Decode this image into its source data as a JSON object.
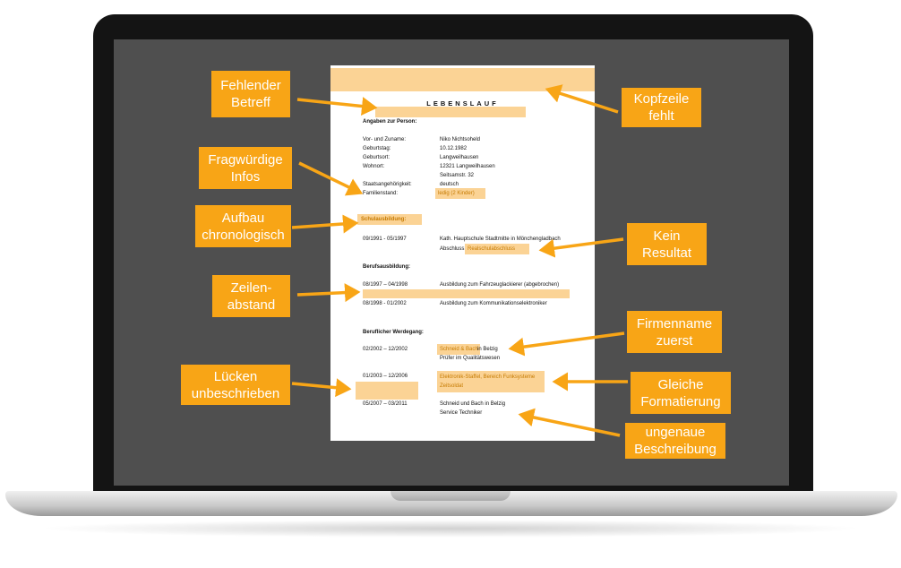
{
  "document": {
    "title": "LEBENSLAUF",
    "section_person": "Angaben zur Person:",
    "fields": [
      {
        "label": "Vor- und Zuname:",
        "value": "Niko Nichtsoheld"
      },
      {
        "label": "Geburtstag:",
        "value": "10.12.1982"
      },
      {
        "label": "Geburtsort:",
        "value": "Langweilhausen"
      },
      {
        "label": "Wohnort:",
        "value": "12321 Langweilhausen"
      },
      {
        "label": "",
        "value": "Seitsamstr. 32"
      },
      {
        "label": "Staatsangehörigkeit:",
        "value": "deutsch"
      },
      {
        "label": "Familienstand:",
        "value": "ledig (2 Kinder)"
      }
    ],
    "section_school": "Schulausbildung:",
    "school": {
      "period": "09/1991 - 05/1997",
      "text": "Kath. Hauptschule Stadtmitte in Mönchengladbach",
      "result_label": "Abschluss:",
      "result_value": "Realschulabschluss"
    },
    "section_training": "Berufsausbildung:",
    "training": [
      {
        "period": "08/1997 – 04/1998",
        "text": "Ausbildung zum Fahrzeuglackierer (abgebrochen)"
      },
      {
        "period": "08/1998 - 01/2002",
        "text": "Ausbildung zum Kommunikationselektroniker"
      }
    ],
    "section_career": "Beruflicher Werdegang:",
    "career": [
      {
        "period": "02/2002 – 12/2002",
        "company": "Schneid & Bach",
        "place": " in Belzig",
        "role": "Prüfer im Qualitätswesen"
      },
      {
        "period": "01/2003 – 12/2006",
        "company": "Elektronik-Staffel, Bereich Funksysteme",
        "role": "Zeitsoldat"
      },
      {
        "period": "05/2007 – 03/2011",
        "company": "Schneid und Bach in Belzig",
        "role": "Service Techniker"
      }
    ]
  },
  "annotations": {
    "fehlender_betreff": "Fehlender\nBetreff",
    "kopfzeile": "Kopfzeile\nfehlt",
    "fragwuerdige_infos": "Fragwürdige\nInfos",
    "aufbau": "Aufbau\nchronologisch",
    "kein_resultat": "Kein\nResultat",
    "zeilenabstand": "Zeilen-\nabstand",
    "firmenname": "Firmenname\nzuerst",
    "luecken": "Lücken\nunbeschrieben",
    "gleiche_formatierung": "Gleiche\nFormatierung",
    "ungenaue_beschreibung": "ungenaue\nBeschreibung"
  },
  "colors": {
    "accent": "#f8a516",
    "highlight": "#fbd395",
    "screen": "#4f4f4f",
    "bezel": "#141414"
  }
}
